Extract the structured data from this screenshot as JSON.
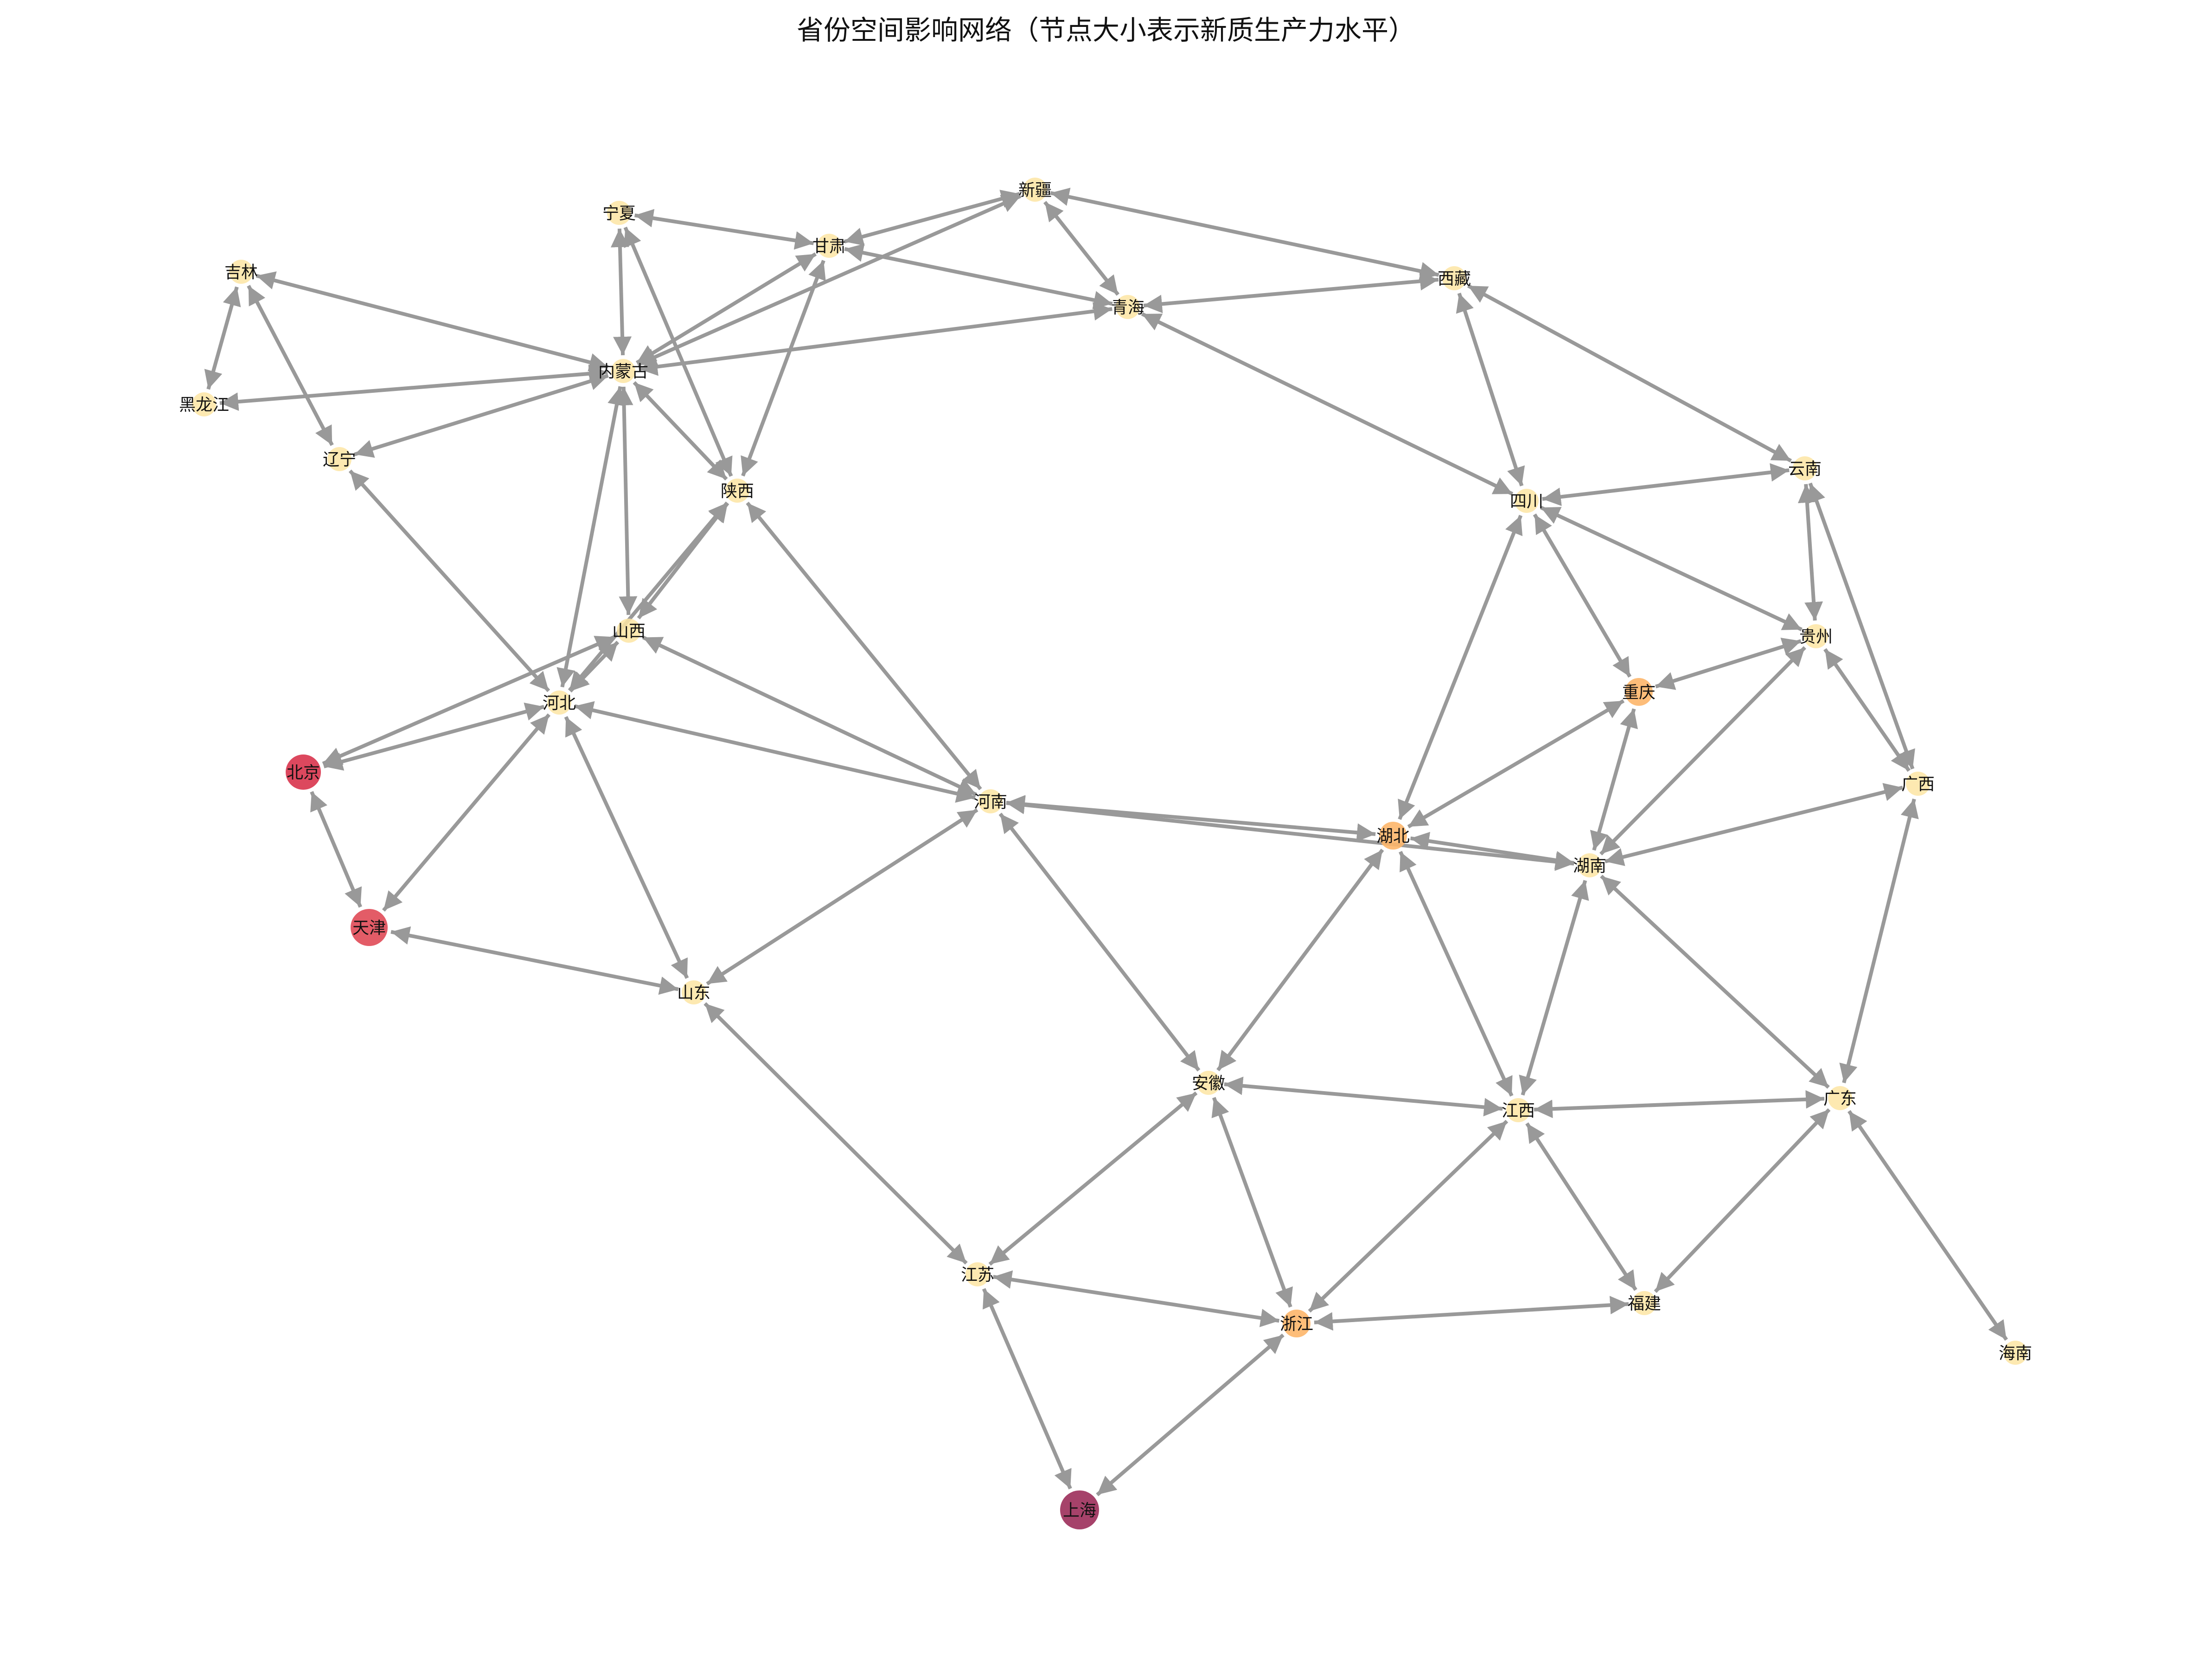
{
  "title": "省份空间影响网络（节点大小表示新质生产力水平）",
  "colors": {
    "edge": "#9a9a9a",
    "low": "#fde5a3",
    "mid": "#fdb66a",
    "high_red": "#d8344d",
    "higher_red": "#e04a57",
    "top": "#9c2d5a"
  },
  "nodes": [
    {
      "id": "新疆",
      "label": "新疆",
      "level": "low"
    },
    {
      "id": "宁夏",
      "label": "宁夏",
      "level": "low"
    },
    {
      "id": "甘肃",
      "label": "甘肃",
      "level": "low"
    },
    {
      "id": "西藏",
      "label": "西藏",
      "level": "low"
    },
    {
      "id": "青海",
      "label": "青海",
      "level": "low"
    },
    {
      "id": "吉林",
      "label": "吉林",
      "level": "low"
    },
    {
      "id": "内蒙古",
      "label": "内蒙古",
      "level": "low"
    },
    {
      "id": "黑龙江",
      "label": "黑龙江",
      "level": "low"
    },
    {
      "id": "辽宁",
      "label": "辽宁",
      "level": "low"
    },
    {
      "id": "陕西",
      "label": "陕西",
      "level": "low"
    },
    {
      "id": "云南",
      "label": "云南",
      "level": "low"
    },
    {
      "id": "四川",
      "label": "四川",
      "level": "low"
    },
    {
      "id": "山西",
      "label": "山西",
      "level": "low"
    },
    {
      "id": "贵州",
      "label": "贵州",
      "level": "low"
    },
    {
      "id": "河北",
      "label": "河北",
      "level": "low"
    },
    {
      "id": "重庆",
      "label": "重庆",
      "level": "mid"
    },
    {
      "id": "北京",
      "label": "北京",
      "level": "high_red"
    },
    {
      "id": "广西",
      "label": "广西",
      "level": "low"
    },
    {
      "id": "河南",
      "label": "河南",
      "level": "low"
    },
    {
      "id": "湖北",
      "label": "湖北",
      "level": "mid"
    },
    {
      "id": "湖南",
      "label": "湖南",
      "level": "low"
    },
    {
      "id": "天津",
      "label": "天津",
      "level": "higher_red"
    },
    {
      "id": "山东",
      "label": "山东",
      "level": "low"
    },
    {
      "id": "安徽",
      "label": "安徽",
      "level": "low"
    },
    {
      "id": "广东",
      "label": "广东",
      "level": "low"
    },
    {
      "id": "江西",
      "label": "江西",
      "level": "low"
    },
    {
      "id": "江苏",
      "label": "江苏",
      "level": "low"
    },
    {
      "id": "福建",
      "label": "福建",
      "level": "low"
    },
    {
      "id": "浙江",
      "label": "浙江",
      "level": "mid"
    },
    {
      "id": "海南",
      "label": "海南",
      "level": "low"
    },
    {
      "id": "上海",
      "label": "上海",
      "level": "top"
    }
  ],
  "edges": [
    [
      "宁夏",
      "甘肃"
    ],
    [
      "宁夏",
      "内蒙古"
    ],
    [
      "宁夏",
      "陕西"
    ],
    [
      "甘肃",
      "新疆"
    ],
    [
      "甘肃",
      "内蒙古"
    ],
    [
      "甘肃",
      "陕西"
    ],
    [
      "甘肃",
      "青海"
    ],
    [
      "新疆",
      "内蒙古"
    ],
    [
      "新疆",
      "青海"
    ],
    [
      "新疆",
      "西藏"
    ],
    [
      "西藏",
      "青海"
    ],
    [
      "西藏",
      "四川"
    ],
    [
      "西藏",
      "云南"
    ],
    [
      "青海",
      "内蒙古"
    ],
    [
      "青海",
      "四川"
    ],
    [
      "吉林",
      "黑龙江"
    ],
    [
      "吉林",
      "辽宁"
    ],
    [
      "吉林",
      "内蒙古"
    ],
    [
      "内蒙古",
      "黑龙江"
    ],
    [
      "内蒙古",
      "辽宁"
    ],
    [
      "内蒙古",
      "陕西"
    ],
    [
      "内蒙古",
      "山西"
    ],
    [
      "内蒙古",
      "河北"
    ],
    [
      "辽宁",
      "河北"
    ],
    [
      "陕西",
      "山西"
    ],
    [
      "陕西",
      "河北"
    ],
    [
      "陕西",
      "河南"
    ],
    [
      "山西",
      "河北"
    ],
    [
      "山西",
      "北京"
    ],
    [
      "山西",
      "河南"
    ],
    [
      "河北",
      "北京"
    ],
    [
      "河北",
      "天津"
    ],
    [
      "河北",
      "山东"
    ],
    [
      "河北",
      "河南"
    ],
    [
      "北京",
      "天津"
    ],
    [
      "天津",
      "山东"
    ],
    [
      "山东",
      "河南"
    ],
    [
      "山东",
      "江苏"
    ],
    [
      "河南",
      "湖北"
    ],
    [
      "河南",
      "湖南"
    ],
    [
      "河南",
      "安徽"
    ],
    [
      "四川",
      "云南"
    ],
    [
      "四川",
      "贵州"
    ],
    [
      "四川",
      "重庆"
    ],
    [
      "四川",
      "湖北"
    ],
    [
      "云南",
      "贵州"
    ],
    [
      "云南",
      "广西"
    ],
    [
      "贵州",
      "重庆"
    ],
    [
      "贵州",
      "湖南"
    ],
    [
      "贵州",
      "广西"
    ],
    [
      "重庆",
      "湖北"
    ],
    [
      "重庆",
      "湖南"
    ],
    [
      "湖北",
      "湖南"
    ],
    [
      "湖北",
      "安徽"
    ],
    [
      "湖北",
      "江西"
    ],
    [
      "湖南",
      "广西"
    ],
    [
      "湖南",
      "江西"
    ],
    [
      "湖南",
      "广东"
    ],
    [
      "广西",
      "广东"
    ],
    [
      "安徽",
      "江西"
    ],
    [
      "安徽",
      "江苏"
    ],
    [
      "安徽",
      "浙江"
    ],
    [
      "江西",
      "广东"
    ],
    [
      "江西",
      "浙江"
    ],
    [
      "江西",
      "福建"
    ],
    [
      "广东",
      "福建"
    ],
    [
      "广东",
      "海南"
    ],
    [
      "江苏",
      "浙江"
    ],
    [
      "江苏",
      "上海"
    ],
    [
      "浙江",
      "福建"
    ],
    [
      "浙江",
      "上海"
    ]
  ]
}
